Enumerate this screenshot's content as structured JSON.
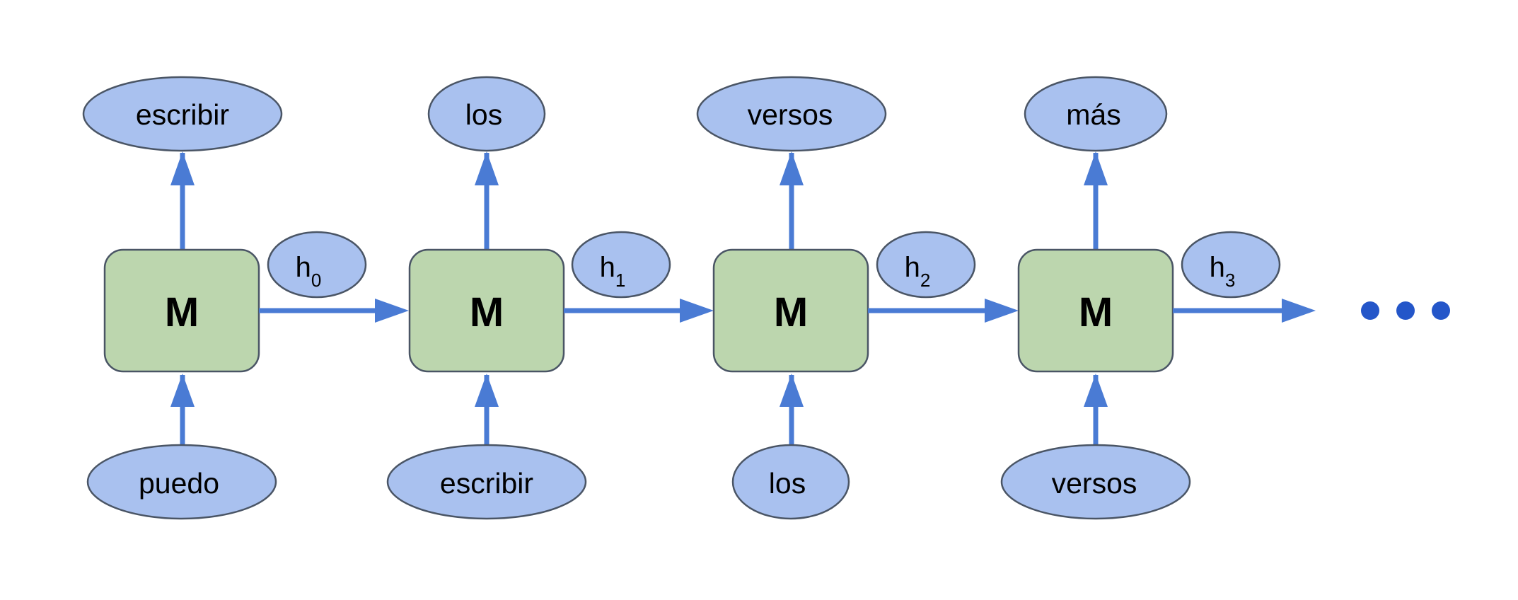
{
  "colors": {
    "token_fill": "#a9c1ef",
    "token_stroke": "#4a5565",
    "cell_fill": "#bcd6ae",
    "cell_stroke": "#4a5565",
    "arrow": "#4a7bd4",
    "dots": "#2456c9"
  },
  "icons": {
    "arrow": "arrow-right-icon",
    "ellipsis": "ellipsis-icon"
  },
  "steps": [
    {
      "cell_label": "M",
      "input": "puedo",
      "output": "escribir",
      "hidden": {
        "base": "h",
        "sub": "0"
      }
    },
    {
      "cell_label": "M",
      "input": "escribir",
      "output": "los",
      "hidden": {
        "base": "h",
        "sub": "1"
      }
    },
    {
      "cell_label": "M",
      "input": "los",
      "output": "versos",
      "hidden": {
        "base": "h",
        "sub": "2"
      }
    },
    {
      "cell_label": "M",
      "input": "versos",
      "output": "más",
      "hidden": {
        "base": "h",
        "sub": "3"
      }
    }
  ]
}
